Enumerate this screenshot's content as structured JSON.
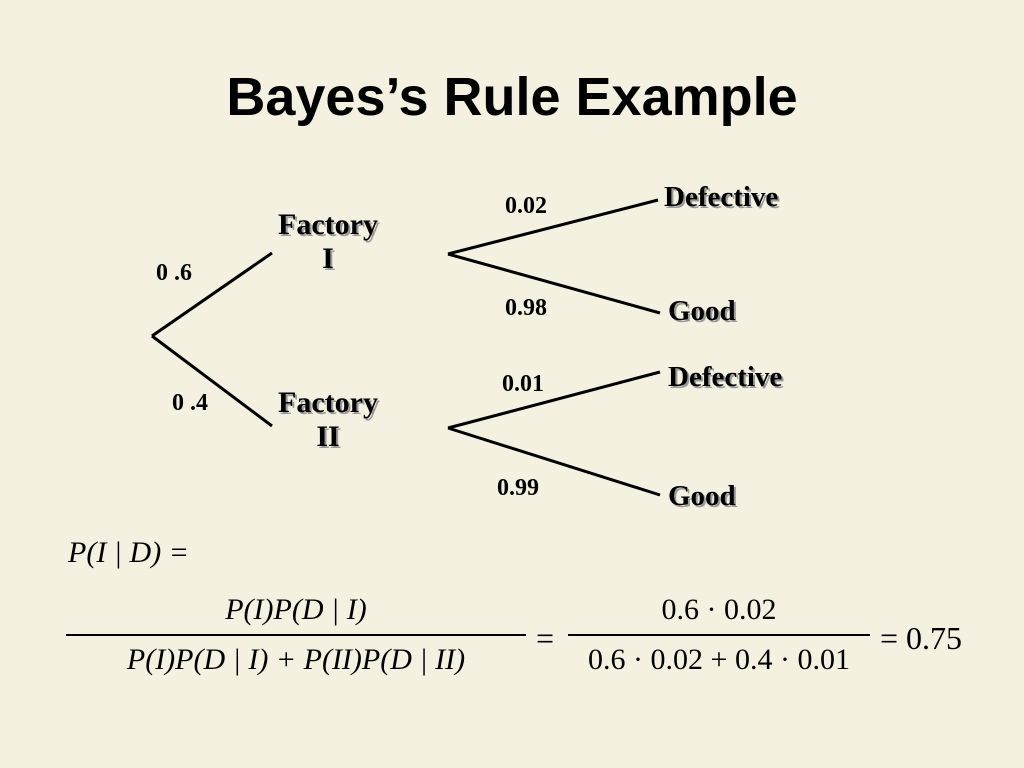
{
  "title": "Bayes’s Rule Example",
  "tree": {
    "branch_prob_factory1": "0 .6",
    "branch_prob_factory2": "0 .4",
    "factory1": {
      "line1": "Factory",
      "line2": "I"
    },
    "factory2": {
      "line1": "Factory",
      "line2": "II"
    },
    "f1_defective_prob": "0.02",
    "f1_good_prob": "0.98",
    "f2_defective_prob": "0.01",
    "f2_good_prob": "0.99",
    "f1_defective_label": "Defective",
    "f1_good_label": "Good",
    "f2_defective_label": "Defective",
    "f2_good_label": "Good"
  },
  "formula": {
    "lhs": "P(I | D) =",
    "symbolic_numerator": "P(I)P(D | I)",
    "symbolic_denominator": "P(I)P(D | I) + P(II)P(D | II)",
    "equals1": "=",
    "numeric_numerator": "0.6 · 0.02",
    "numeric_denominator": "0.6 · 0.02 + 0.4 · 0.01",
    "result": "= 0.75"
  }
}
